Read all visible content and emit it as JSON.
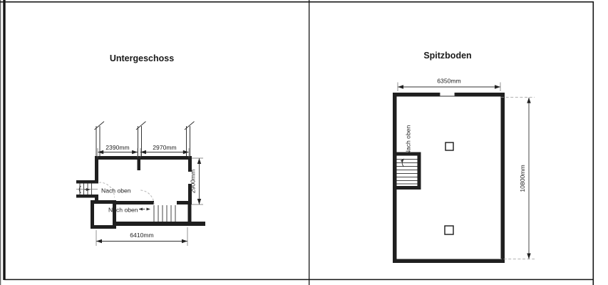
{
  "colors": {
    "background": "#ffffff",
    "wall": "#1f1f1f",
    "dim_line": "#333333",
    "dashed_arc": "#b5b5b5"
  },
  "panels": {
    "untergeschoss": {
      "title": "Untergeschoss",
      "dim_top_left": "2390mm",
      "dim_top_right": "2970mm",
      "dim_right": "2900mm",
      "dim_bottom": "6410mm",
      "stair_west_label": "Nach oben",
      "stair_south_label": "Nach oben"
    },
    "spitzboden": {
      "title": "Spitzboden",
      "dim_top": "6350mm",
      "dim_right": "10800mm",
      "stair_label": "Nach oben"
    }
  }
}
